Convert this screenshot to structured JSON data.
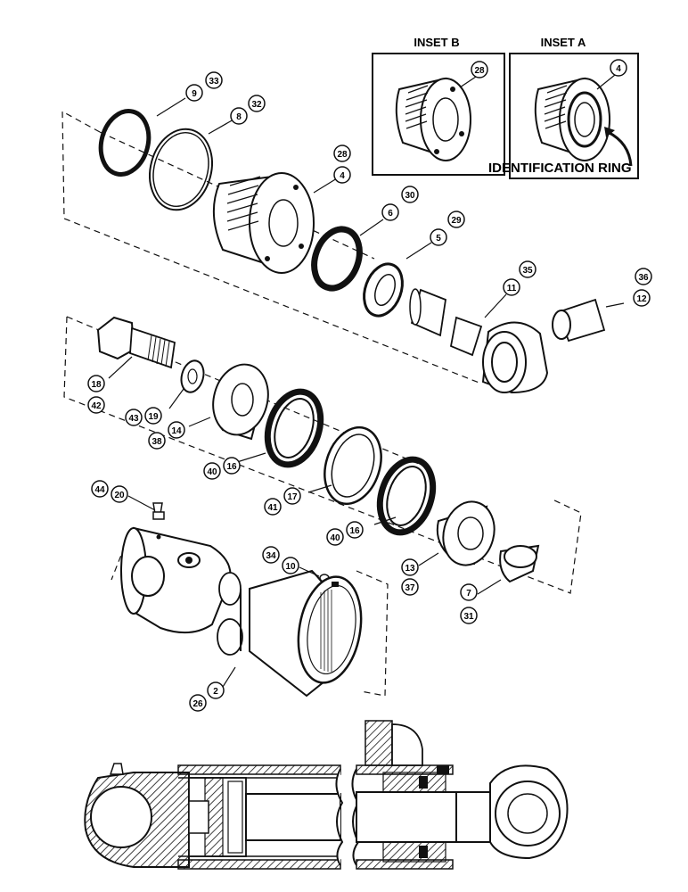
{
  "insets": {
    "b_title": "INSET B",
    "a_title": "INSET A",
    "identification_ring": "IDENTIFICATION RING"
  },
  "callouts": {
    "c9": "9",
    "c33": "33",
    "c8": "8",
    "c32": "32",
    "c28": "28",
    "c4": "4",
    "c6": "6",
    "c30": "30",
    "c5": "5",
    "c29": "29",
    "c35": "35",
    "c11": "11",
    "c36": "36",
    "c12": "12",
    "c18": "18",
    "c42": "42",
    "c43": "43",
    "c19": "19",
    "c38": "38",
    "c14": "14",
    "c40a": "40",
    "c16a": "16",
    "c41": "41",
    "c17": "17",
    "c40b": "40",
    "c16b": "16",
    "c13": "13",
    "c37": "37",
    "c7": "7",
    "c31": "31",
    "c44": "44",
    "c20": "20",
    "c34": "34",
    "c10": "10",
    "c26": "26",
    "c2": "2",
    "insetB_28": "28",
    "insetA_4": "4"
  }
}
